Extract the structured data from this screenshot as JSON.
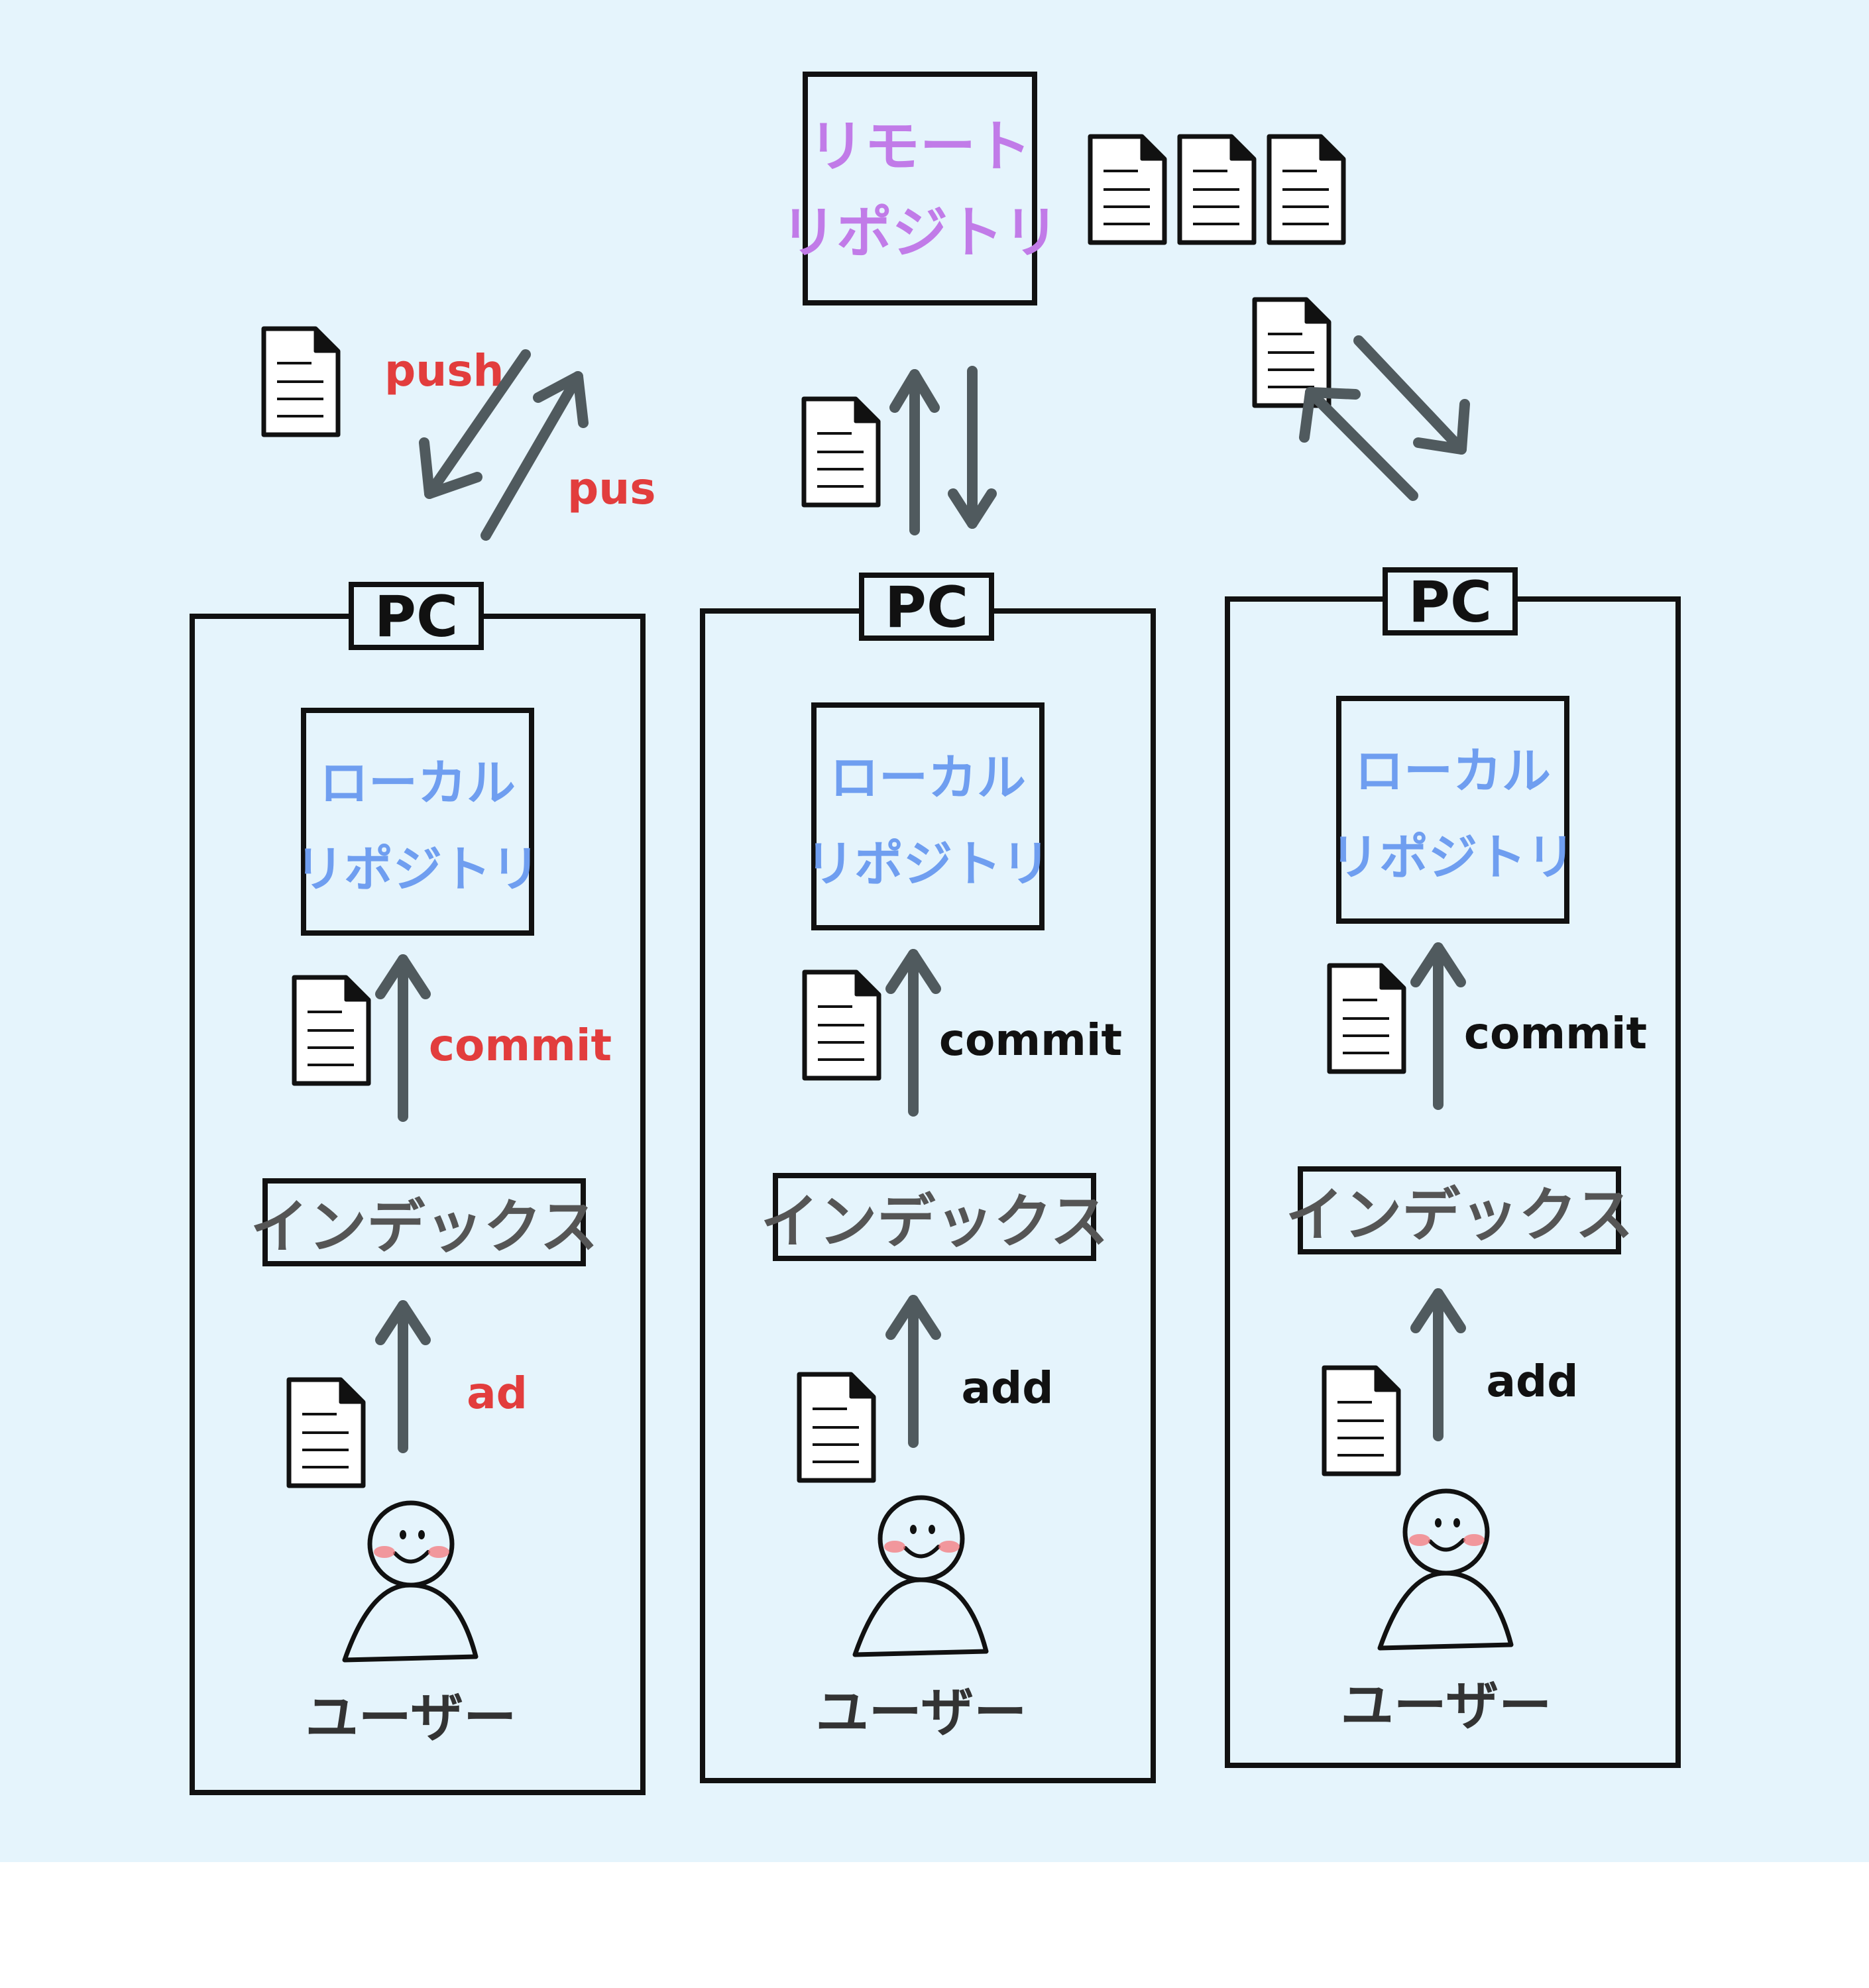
{
  "colors": {
    "background": "#e5f4fc",
    "ink": "#111111",
    "arrow": "#505a5e",
    "remote_text": "#c17be8",
    "local_text": "#6f9ef0",
    "red_text": "#e23d3d",
    "cheek": "#f4787c"
  },
  "remote": {
    "line1": "リモート",
    "line2": "リポジトリ",
    "icon": "document-icon"
  },
  "push_labels": {
    "push": "push",
    "pus": "pus"
  },
  "columns": [
    {
      "pc": "PC",
      "local_line1": "ローカル",
      "local_line2": "リポジトリ",
      "commit": "commit",
      "index": "インデックス",
      "add": "ad",
      "user": "ユーザー",
      "labels_red": true
    },
    {
      "pc": "PC",
      "local_line1": "ローカル",
      "local_line2": "リポジトリ",
      "commit": "commit",
      "index": "インデックス",
      "add": "add",
      "user": "ユーザー",
      "labels_red": false
    },
    {
      "pc": "PC",
      "local_line1": "ローカル",
      "local_line2": "リポジトリ",
      "commit": "commit",
      "index": "インデックス",
      "add": "add",
      "user": "ユーザー",
      "labels_red": false
    }
  ]
}
